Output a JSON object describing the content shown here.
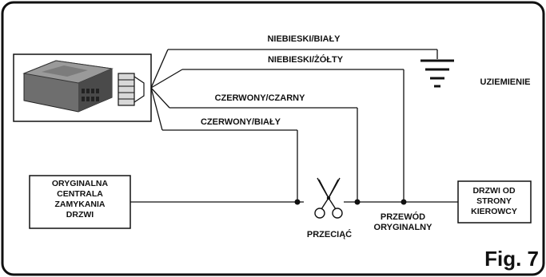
{
  "wires": {
    "w1": "NIEBIESKI/BIAŁY",
    "w2": "NIEBIESKI/ŻÓŁTY",
    "w3": "CZERWONY/CZARNY",
    "w4": "CZERWONY/BIAŁY"
  },
  "ground_label": "UZIEMIENIE",
  "left_box": [
    "ORYGINALNA",
    "CENTRALA",
    "ZAMYKANIA",
    "DRZWI"
  ],
  "right_box": [
    "DRZWI OD",
    "STRONY",
    "KIEROWCY"
  ],
  "cut_label": "PRZECIĄĆ",
  "original_wire": [
    "PRZEWÓD",
    "ORYGINALNY"
  ],
  "figure_label": "Fig. 7",
  "icons": [
    "module-icon",
    "scissors-icon",
    "ground-symbol-icon"
  ]
}
